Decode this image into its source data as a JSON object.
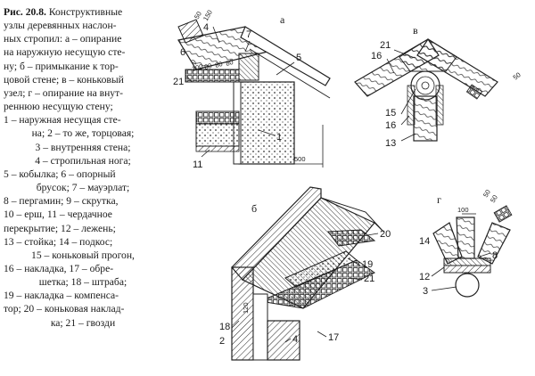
{
  "caption": {
    "fig_no": "Рис. 20.8.",
    "lines": [
      "Конструктивные",
      "узлы деревянных наслон-",
      "ных стропил: а – опирание",
      "на наружную несущую сте-",
      "ну; б – примыкание к тор-",
      "цовой стене; в – коньковый",
      "узел; г – опирание на внут-",
      "реннюю несущую стену;",
      "1 – наружная несущая сте-",
      "на; 2 – то же, торцовая;",
      "3 – внутренняя стена;",
      "4 – стропильная нога;",
      "5 – кобылка; 6 – опорный",
      "брусок; 7 – мауэрлат;",
      "8 – пергамин; 9 – скрутка,",
      "10 – ерш, 11 – чердачное",
      "перекрытие; 12 – лежень;",
      "13 – стойка; 14 – подкос;",
      "15 – коньковый прогон,",
      "16 – накладка, 17 – обре-",
      "шетка; 18 – штраба;",
      "19 – накладка – компенса-",
      "тор; 20 – коньковая наклад-",
      "ка; 21 – гвозди"
    ]
  },
  "figure": {
    "subfigures": {
      "a": "а",
      "b": "б",
      "v": "в",
      "g": "г"
    },
    "labels": {
      "a_4": "4",
      "a_7": "7",
      "a_6": "6",
      "a_21": "21",
      "a_5": "5",
      "a_1": "1",
      "a_11": "11",
      "v_21": "21",
      "v_16a": "16",
      "v_15": "15",
      "v_16b": "16",
      "v_13": "13",
      "b_20": "20",
      "b_19": "19",
      "b_21": "21",
      "b_18": "18",
      "b_2": "2",
      "b_4": "4",
      "b_17": "17",
      "g_14": "14",
      "g_8": "8",
      "g_12": "12",
      "g_3": "3"
    },
    "dimensions": {
      "a_top": "50",
      "a_150": "150",
      "a_d1": "100",
      "a_d2": "80",
      "a_d3": "80",
      "a_d4": "80",
      "a_500": "500",
      "v_50": "50",
      "b_120": "120",
      "g_100": "100",
      "g_50a": "50",
      "g_50b": "50"
    }
  }
}
